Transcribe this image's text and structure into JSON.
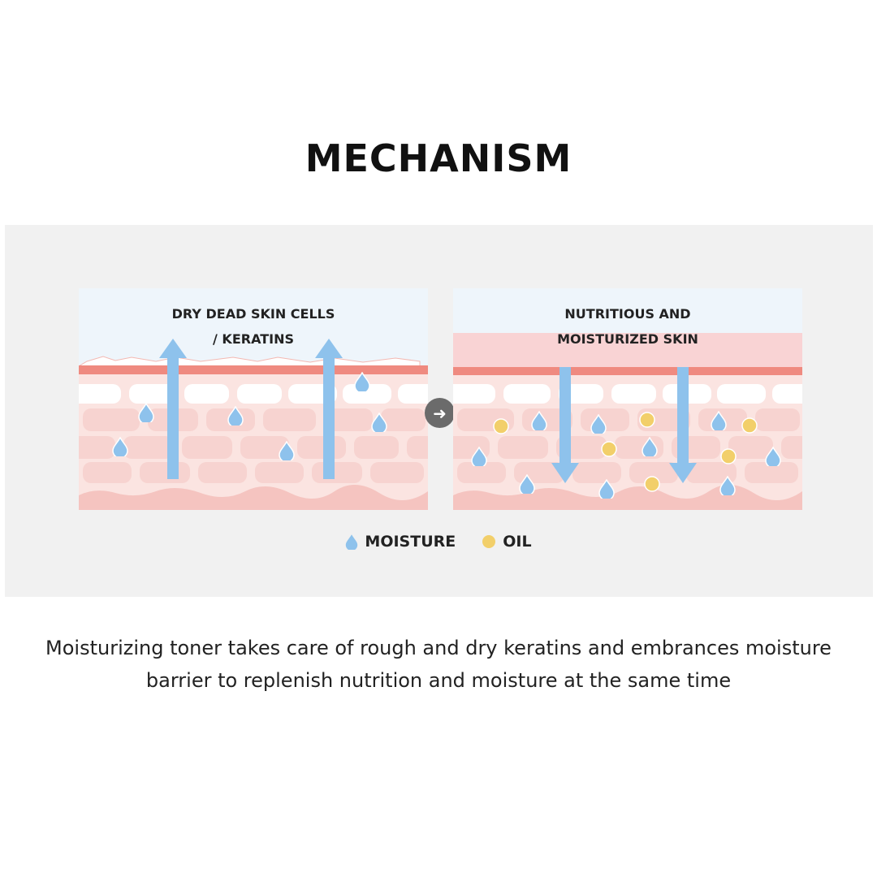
{
  "title": "MECHANISM",
  "panels": {
    "before": {
      "line1": "DRY DEAD SKIN CELLS",
      "line2": "/ KERATINS"
    },
    "after": {
      "line1": "NUTRITIOUS AND",
      "line2": "MOISTURIZED SKIN"
    }
  },
  "legend": {
    "moisture": "MOISTURE",
    "oil": "OIL"
  },
  "description": {
    "line1": "Moisturizing toner takes care of rough and dry keratins and embrances moisture",
    "line2": "barrier to replenish nutrition and moisture at the same time"
  },
  "colors": {
    "moisture": "#8ec2ec",
    "oil": "#f2cf6a",
    "skin": "#f6d0cd",
    "barrier": "#ef8a80"
  }
}
